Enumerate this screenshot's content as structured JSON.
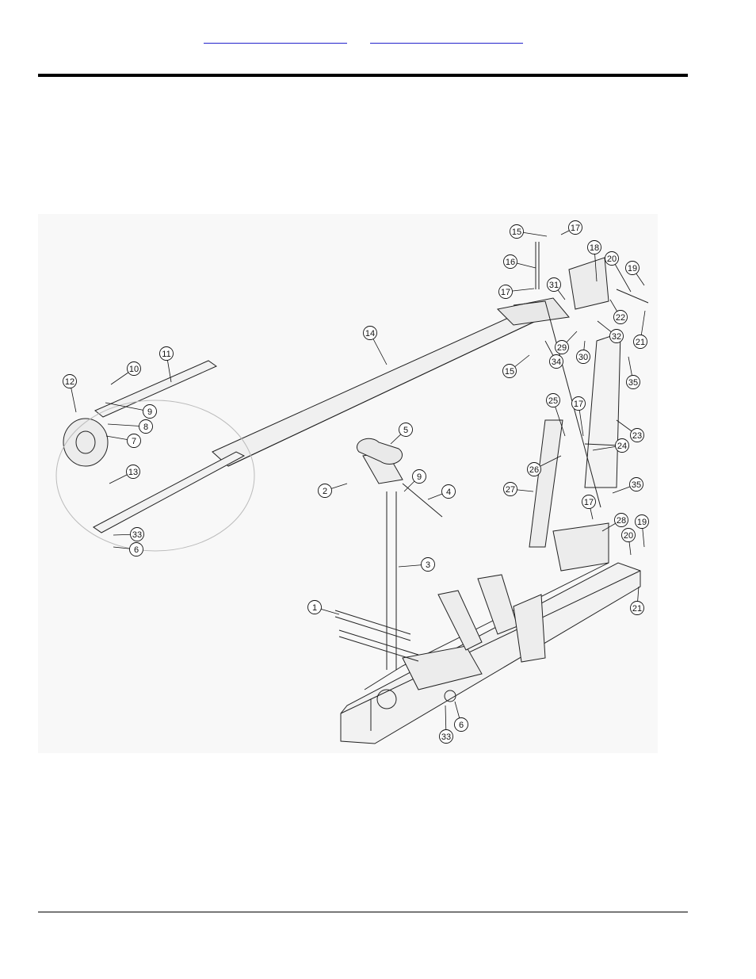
{
  "header": {
    "links": [
      "",
      ""
    ]
  },
  "diagram": {
    "callouts": [
      {
        "id": "c15a",
        "label": "15"
      },
      {
        "id": "c17a",
        "label": "17"
      },
      {
        "id": "c16",
        "label": "16"
      },
      {
        "id": "c18",
        "label": "18"
      },
      {
        "id": "c20a",
        "label": "20"
      },
      {
        "id": "c19a",
        "label": "19"
      },
      {
        "id": "c17b",
        "label": "17"
      },
      {
        "id": "c31",
        "label": "31"
      },
      {
        "id": "c22",
        "label": "22"
      },
      {
        "id": "c32",
        "label": "32"
      },
      {
        "id": "c21a",
        "label": "21"
      },
      {
        "id": "c29",
        "label": "29"
      },
      {
        "id": "c30",
        "label": "30"
      },
      {
        "id": "c34",
        "label": "34"
      },
      {
        "id": "c15b",
        "label": "15"
      },
      {
        "id": "c14",
        "label": "14"
      },
      {
        "id": "c35a",
        "label": "35"
      },
      {
        "id": "c11",
        "label": "11"
      },
      {
        "id": "c10",
        "label": "10"
      },
      {
        "id": "c12",
        "label": "12"
      },
      {
        "id": "c9a",
        "label": "9"
      },
      {
        "id": "c8",
        "label": "8"
      },
      {
        "id": "c7",
        "label": "7"
      },
      {
        "id": "c25",
        "label": "25"
      },
      {
        "id": "c17c",
        "label": "17"
      },
      {
        "id": "c23",
        "label": "23"
      },
      {
        "id": "c24",
        "label": "24"
      },
      {
        "id": "c5",
        "label": "5"
      },
      {
        "id": "c26",
        "label": "26"
      },
      {
        "id": "c13",
        "label": "13"
      },
      {
        "id": "c2",
        "label": "2"
      },
      {
        "id": "c9b",
        "label": "9"
      },
      {
        "id": "c4",
        "label": "4"
      },
      {
        "id": "c27",
        "label": "27"
      },
      {
        "id": "c35b",
        "label": "35"
      },
      {
        "id": "c17d",
        "label": "17"
      },
      {
        "id": "c28",
        "label": "28"
      },
      {
        "id": "c19b",
        "label": "19"
      },
      {
        "id": "c20b",
        "label": "20"
      },
      {
        "id": "c33a",
        "label": "33"
      },
      {
        "id": "c6a",
        "label": "6"
      },
      {
        "id": "c3",
        "label": "3"
      },
      {
        "id": "c21b",
        "label": "21"
      },
      {
        "id": "c1",
        "label": "1"
      },
      {
        "id": "c6b",
        "label": "6"
      },
      {
        "id": "c33b",
        "label": "33"
      }
    ]
  }
}
